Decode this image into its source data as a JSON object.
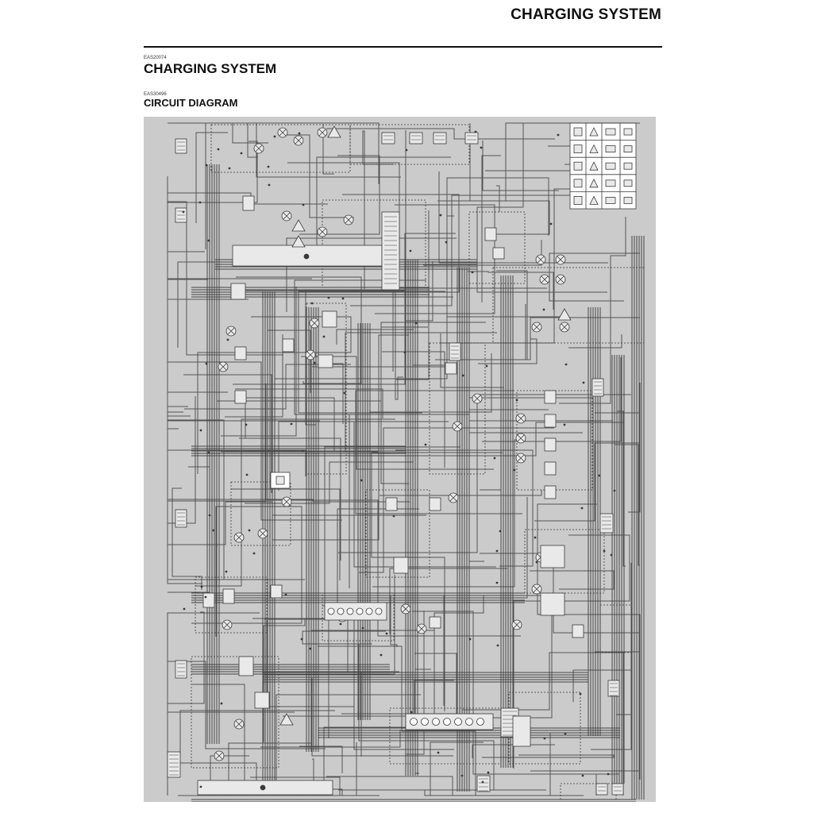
{
  "page": {
    "running_header": "CHARGING SYSTEM",
    "section_code": "EAS20074",
    "section_title": "CHARGING SYSTEM",
    "subsection_code": "EAS30496",
    "subsection_title": "CIRCUIT DIAGRAM"
  },
  "diagram": {
    "background_color": "#cbcbcb",
    "wire_color": "#555555",
    "component_fill": "#e9e9e9",
    "outline_color": "#3a3a3a"
  }
}
